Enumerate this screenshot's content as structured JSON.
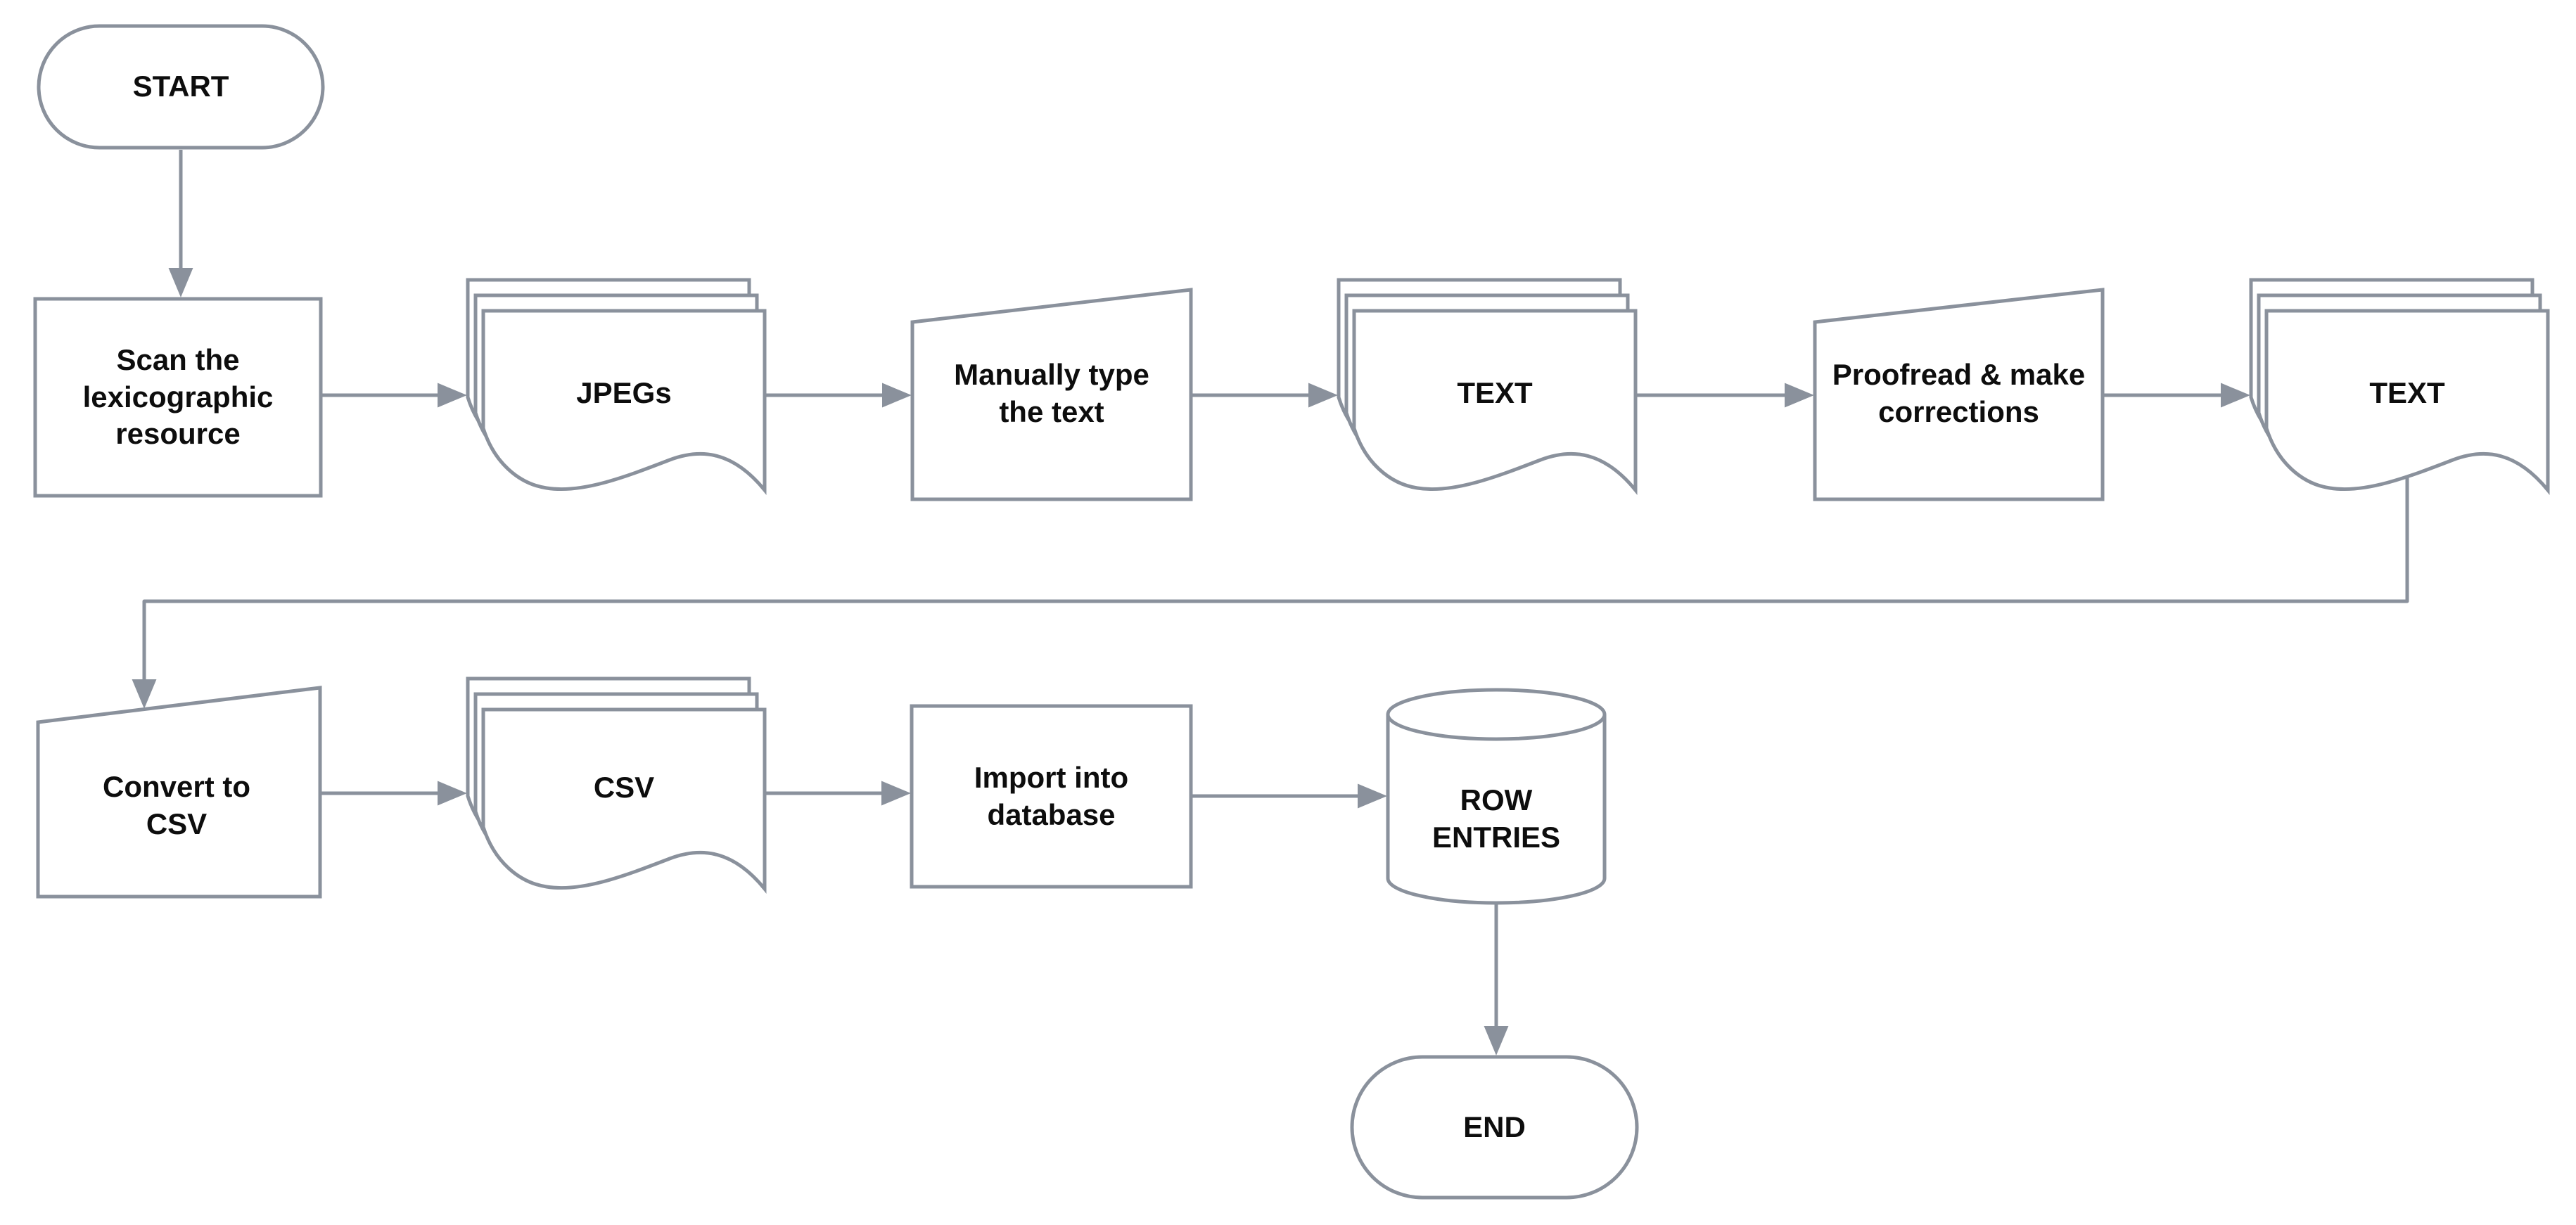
{
  "diagram": {
    "title": "Lexicographic resource digitization flowchart",
    "background_color": "#ffffff",
    "stroke_color": "#8a919c",
    "text_color": "#0d0d0d",
    "nodes": {
      "start": {
        "label": "START",
        "type": "terminator"
      },
      "scan": {
        "label": "Scan the\nlexicographic\nresource",
        "type": "process"
      },
      "jpegs": {
        "label": "JPEGs",
        "type": "multiple-documents"
      },
      "manual_type": {
        "label": "Manually type\nthe text",
        "type": "manual-input"
      },
      "text1": {
        "label": "TEXT",
        "type": "multiple-documents"
      },
      "proofread": {
        "label": "Proofread & make\ncorrections",
        "type": "manual-input"
      },
      "text2": {
        "label": "TEXT",
        "type": "multiple-documents"
      },
      "convert": {
        "label": "Convert to\nCSV",
        "type": "manual-input"
      },
      "csv": {
        "label": "CSV",
        "type": "multiple-documents"
      },
      "import": {
        "label": "Import into\ndatabase",
        "type": "process"
      },
      "row_entries": {
        "label": "ROW\nENTRIES",
        "type": "database-cylinder"
      },
      "end": {
        "label": "END",
        "type": "terminator"
      }
    },
    "edges": [
      {
        "from": "start",
        "to": "scan"
      },
      {
        "from": "scan",
        "to": "jpegs"
      },
      {
        "from": "jpegs",
        "to": "manual_type"
      },
      {
        "from": "manual_type",
        "to": "text1"
      },
      {
        "from": "text1",
        "to": "proofread"
      },
      {
        "from": "proofread",
        "to": "text2"
      },
      {
        "from": "text2",
        "to": "convert"
      },
      {
        "from": "convert",
        "to": "csv"
      },
      {
        "from": "csv",
        "to": "import"
      },
      {
        "from": "import",
        "to": "row_entries"
      },
      {
        "from": "row_entries",
        "to": "end"
      }
    ]
  }
}
